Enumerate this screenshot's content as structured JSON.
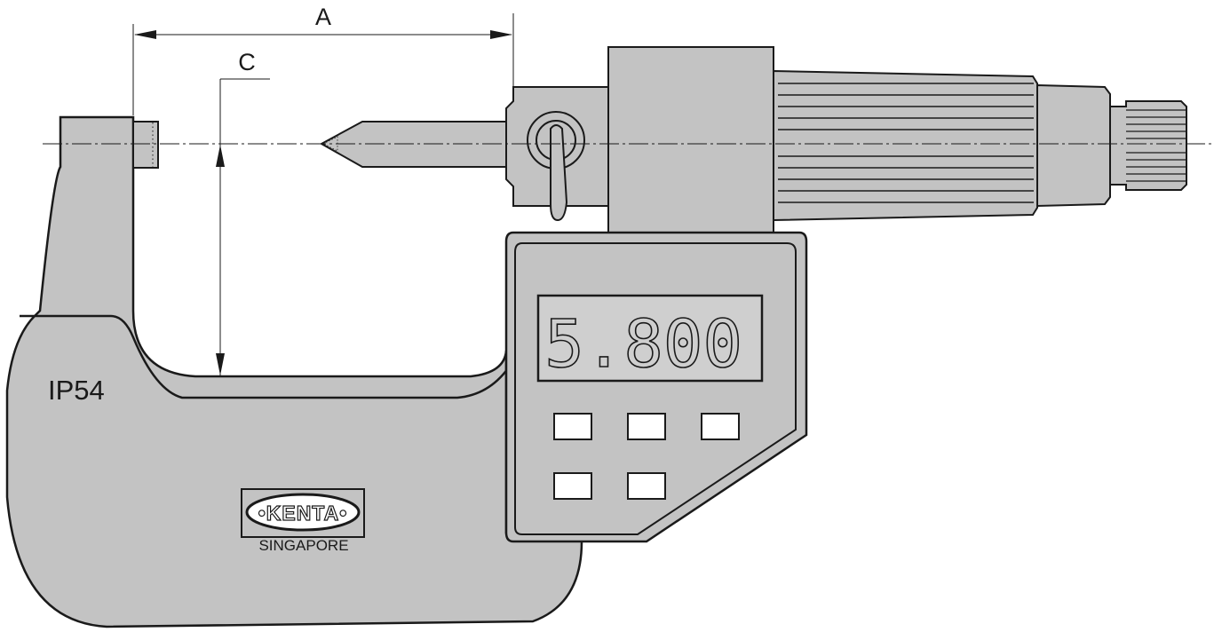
{
  "dimensions": {
    "a_label": "A",
    "c_label": "C"
  },
  "body": {
    "rating": "IP54"
  },
  "logo": {
    "brand": "•KENTA•",
    "country": "SINGAPORE"
  },
  "display": {
    "reading": "5.800"
  },
  "buttons": {
    "top_row_count": 3,
    "bottom_row_count": 2
  },
  "colors": {
    "body_fill": "#c3c3c3",
    "outline": "#1a1a1a",
    "lcd_fill": "#cfcfcf",
    "background": "#ffffff"
  }
}
